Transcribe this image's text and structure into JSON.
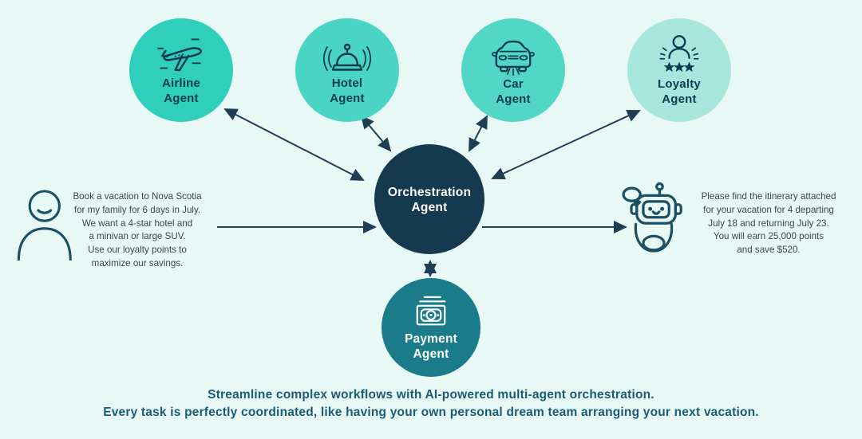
{
  "colors": {
    "background": "#E7F8F5",
    "airline_circle": "#2FCFBC",
    "hotel_circle": "#4AD4C4",
    "car_circle": "#52D6C5",
    "loyalty_circle": "#A6E6DD",
    "orchestration_circle": "#15394F",
    "payment_circle": "#1A7B89",
    "arrow": "#1E3E56",
    "label_dark": "#0C3A50",
    "paragraph_text": "#39464E",
    "footer_text": "#1A5B75",
    "side_icon": "#1B4F63"
  },
  "agents": {
    "airline": {
      "label": "Airline\nAgent"
    },
    "hotel": {
      "label": "Hotel\nAgent"
    },
    "car": {
      "label": "Car\nAgent"
    },
    "loyalty": {
      "label": "Loyalty\nAgent"
    },
    "orchestration": {
      "label": "Orchestration\nAgent"
    },
    "payment": {
      "label": "Payment\nAgent"
    }
  },
  "icons": {
    "airline": "airplane-icon",
    "hotel": "service-bell-icon",
    "car": "car-icon",
    "loyalty": "loyalty-member-stars-icon",
    "payment": "banknote-icon",
    "user": "person-icon",
    "assistant": "robot-icon"
  },
  "messages": {
    "user": "Book a vacation to Nova Scotia\nfor my family for 6 days in July.\nWe want a 4-star hotel and\na minivan or large SUV.\nUse our loyalty points to\nmaximize our savings.",
    "assistant": "Please find the itinerary attached\nfor your vacation for 4 departing\nJuly 18 and returning July 23.\nYou will earn 25,000 points\nand save $520."
  },
  "footer": {
    "line1": "Streamline complex workflows with AI-powered multi-agent orchestration.",
    "line2": "Every task is perfectly coordinated, like having your own personal dream team arranging your next vacation."
  }
}
